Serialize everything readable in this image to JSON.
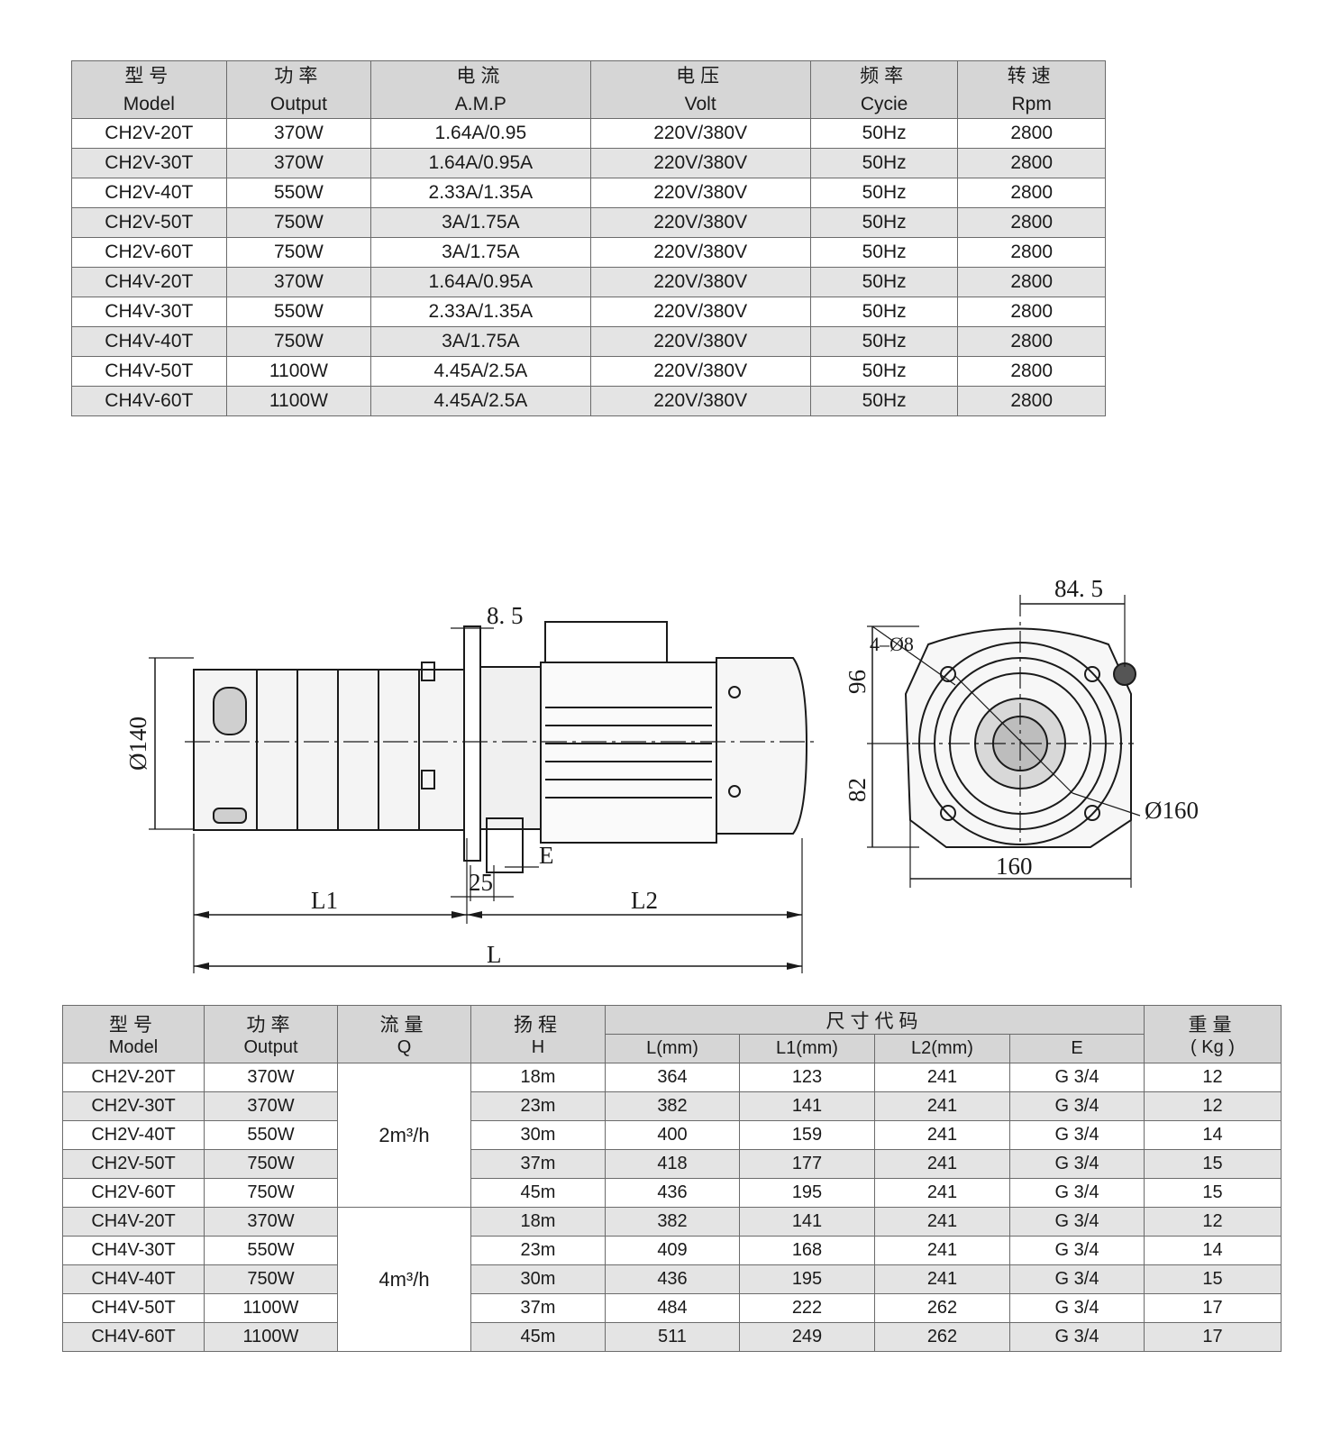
{
  "electrical_table": {
    "headers": [
      {
        "zh": "型号",
        "en": "Model"
      },
      {
        "zh": "功率",
        "en": "Output"
      },
      {
        "zh": "电流",
        "en": "A.M.P"
      },
      {
        "zh": "电压",
        "en": "Volt"
      },
      {
        "zh": "频率",
        "en": "Cycie"
      },
      {
        "zh": "转速",
        "en": "Rpm"
      }
    ],
    "rows": [
      [
        "CH2V-20T",
        "370W",
        "1.64A/0.95",
        "220V/380V",
        "50Hz",
        "2800"
      ],
      [
        "CH2V-30T",
        "370W",
        "1.64A/0.95A",
        "220V/380V",
        "50Hz",
        "2800"
      ],
      [
        "CH2V-40T",
        "550W",
        "2.33A/1.35A",
        "220V/380V",
        "50Hz",
        "2800"
      ],
      [
        "CH2V-50T",
        "750W",
        "3A/1.75A",
        "220V/380V",
        "50Hz",
        "2800"
      ],
      [
        "CH2V-60T",
        "750W",
        "3A/1.75A",
        "220V/380V",
        "50Hz",
        "2800"
      ],
      [
        "CH4V-20T",
        "370W",
        "1.64A/0.95A",
        "220V/380V",
        "50Hz",
        "2800"
      ],
      [
        "CH4V-30T",
        "550W",
        "2.33A/1.35A",
        "220V/380V",
        "50Hz",
        "2800"
      ],
      [
        "CH4V-40T",
        "750W",
        "3A/1.75A",
        "220V/380V",
        "50Hz",
        "2800"
      ],
      [
        "CH4V-50T",
        "1100W",
        "4.45A/2.5A",
        "220V/380V",
        "50Hz",
        "2800"
      ],
      [
        "CH4V-60T",
        "1100W",
        "4.45A/2.5A",
        "220V/380V",
        "50Hz",
        "2800"
      ]
    ]
  },
  "drawing": {
    "dim_8_5": "8. 5",
    "dim_d140": "Ø140",
    "dim_e": "E",
    "dim_25": "25",
    "dim_l1": "L1",
    "dim_l2": "L2",
    "dim_l": "L",
    "dim_84_5": "84. 5",
    "dim_4d8": "4–Ø8",
    "dim_96": "96",
    "dim_82": "82",
    "dim_d160": "Ø160",
    "dim_160": "160"
  },
  "dimension_table": {
    "headers": {
      "model": {
        "zh": "型号",
        "en": "Model"
      },
      "output": {
        "zh": "功率",
        "en": "Output"
      },
      "flow": {
        "zh": "流量",
        "en": "Q"
      },
      "head": {
        "zh": "扬程",
        "en": "H"
      },
      "size_group": "尺寸代码",
      "l": "L(mm)",
      "l1": "L1(mm)",
      "l2": "L2(mm)",
      "e": "E",
      "weight": {
        "zh": "重量",
        "en": "( Kg )"
      }
    },
    "flow_groups": [
      "2m³/h",
      "4m³/h"
    ],
    "rows": [
      [
        "CH2V-20T",
        "370W",
        "18m",
        "364",
        "123",
        "241",
        "G 3/4",
        "12"
      ],
      [
        "CH2V-30T",
        "370W",
        "23m",
        "382",
        "141",
        "241",
        "G 3/4",
        "12"
      ],
      [
        "CH2V-40T",
        "550W",
        "30m",
        "400",
        "159",
        "241",
        "G 3/4",
        "14"
      ],
      [
        "CH2V-50T",
        "750W",
        "37m",
        "418",
        "177",
        "241",
        "G 3/4",
        "15"
      ],
      [
        "CH2V-60T",
        "750W",
        "45m",
        "436",
        "195",
        "241",
        "G 3/4",
        "15"
      ],
      [
        "CH4V-20T",
        "370W",
        "18m",
        "382",
        "141",
        "241",
        "G 3/4",
        "12"
      ],
      [
        "CH4V-30T",
        "550W",
        "23m",
        "409",
        "168",
        "241",
        "G 3/4",
        "14"
      ],
      [
        "CH4V-40T",
        "750W",
        "30m",
        "436",
        "195",
        "241",
        "G 3/4",
        "15"
      ],
      [
        "CH4V-50T",
        "1100W",
        "37m",
        "484",
        "222",
        "262",
        "G 3/4",
        "17"
      ],
      [
        "CH4V-60T",
        "1100W",
        "45m",
        "511",
        "249",
        "262",
        "G 3/4",
        "17"
      ]
    ]
  }
}
